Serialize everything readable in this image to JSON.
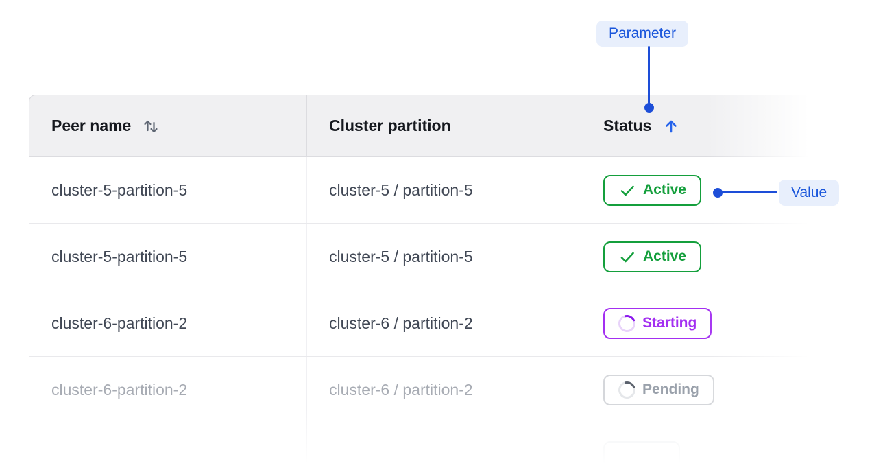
{
  "callouts": {
    "parameter_label": "Parameter",
    "value_label": "Value"
  },
  "table": {
    "columns": [
      {
        "label": "Peer name",
        "sort": "sortable"
      },
      {
        "label": "Cluster partition",
        "sort": "none"
      },
      {
        "label": "Status",
        "sort": "ascending"
      }
    ],
    "rows": [
      {
        "peer": "cluster-5-partition-5",
        "partition": "cluster-5 / partition-5",
        "status": "Active",
        "variant": "active",
        "faded": false
      },
      {
        "peer": "cluster-5-partition-5",
        "partition": "cluster-5 / partition-5",
        "status": "Active",
        "variant": "active",
        "faded": false
      },
      {
        "peer": "cluster-6-partition-2",
        "partition": "cluster-6 / partition-2",
        "status": "Starting",
        "variant": "starting",
        "faded": false
      },
      {
        "peer": "cluster-6-partition-2",
        "partition": "cluster-6 / partition-2",
        "status": "Pending",
        "variant": "pending",
        "faded": true
      },
      {
        "peer": "",
        "partition": "",
        "status": "",
        "variant": "ghost",
        "faded": true
      }
    ]
  },
  "colors": {
    "accent_blue": "#1d4ed8",
    "callout_bg": "#e8effc",
    "callout_text": "#1a56db",
    "sort_active_arrow": "#2563eb",
    "active_green": "#149f3c",
    "starting_purple": "#a32ff1",
    "starting_spinner_arc": "#8c1bed",
    "starting_spinner_track": "#e8d3fa",
    "pending_border": "#d5d7db",
    "pending_text": "#9aa1ab",
    "pending_spinner_arc": "#5a616c",
    "pending_spinner_track": "#e5e7ea",
    "header_bg": "#f0f0f2",
    "row_text": "#414855",
    "faded_row_text": "#a7abb3"
  }
}
